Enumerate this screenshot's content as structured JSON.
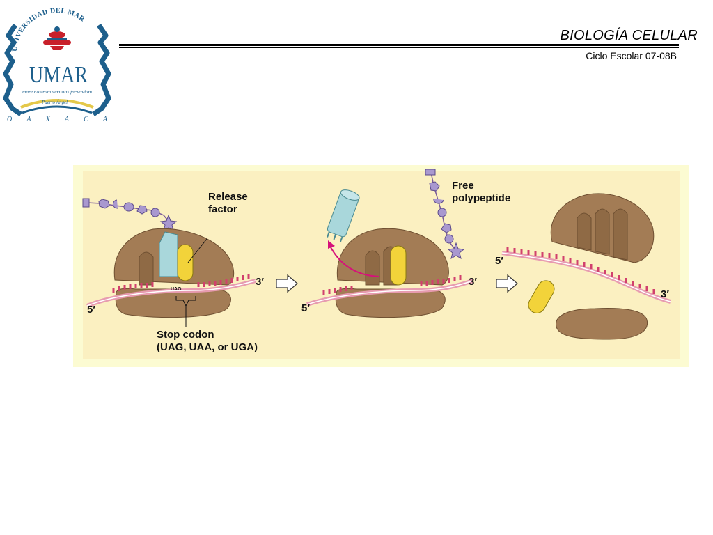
{
  "header": {
    "title": "BIOLOGÍA CELULAR",
    "subtitle": "Ciclo Escolar 07-08B"
  },
  "logo": {
    "arc_text": "UNIVERSIDAD DEL MAR",
    "monogram": "UMAR",
    "motto": "mare nostrum veritatis faciendum",
    "place": "Puerto Ángel",
    "state": "O A X A C A"
  },
  "diagram": {
    "release_factor_line1": "Release",
    "release_factor_line2": "factor",
    "free_polypeptide_line1": "Free",
    "free_polypeptide_line2": "polypeptide",
    "stop_codon_line1": "Stop codon",
    "stop_codon_line2": "(UAG, UAA, or UGA)",
    "codon_text": "UAG",
    "five_prime": "5′",
    "three_prime": "3′"
  },
  "colors": {
    "ribosome": "#a37c55",
    "ribosome_dark": "#7a5a3a",
    "mrna": "#e79bb0",
    "release_factor": "#f2d33a",
    "trna": "#a9d7db",
    "peptide_beads": "#a998cf",
    "arrow": "#d6117a",
    "figure_bg": "#fbf0c1",
    "logo_blue": "#1d5f8c",
    "logo_red": "#c8202a"
  }
}
